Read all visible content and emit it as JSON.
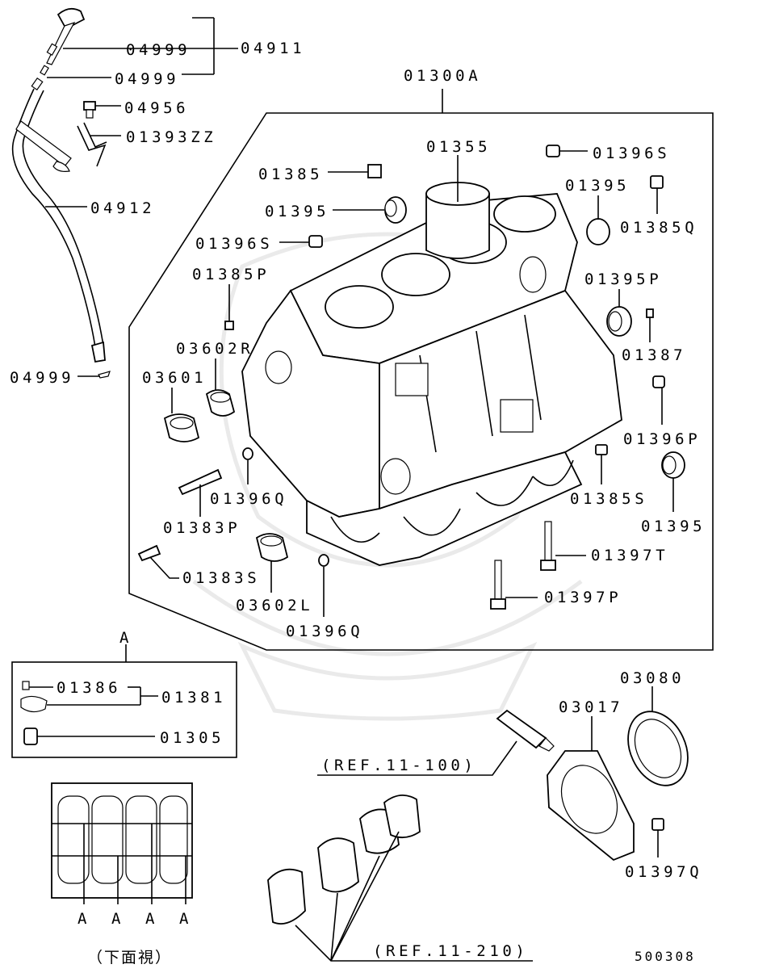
{
  "diagram": {
    "drawing_number": "500308",
    "view_caption": "（下面視）",
    "callout_letter": "A",
    "ref_callouts": [
      "(REF.11-100)",
      "(REF.11-210)"
    ],
    "labels": {
      "p04911": "04911",
      "p04999_a": "04999",
      "p04999_b": "04999",
      "p04999_c": "04999",
      "p04956": "04956",
      "p01393ZZ": "01393ZZ",
      "p04912": "04912",
      "p01300A": "01300A",
      "p01355": "01355",
      "p01396S_a": "01396S",
      "p01396S_b": "01396S",
      "p01385": "01385",
      "p01395_a": "01395",
      "p01395_b": "01395",
      "p01395_c": "01395",
      "p01385Q": "01385Q",
      "p01385P": "01385P",
      "p01395P": "01395P",
      "p01387": "01387",
      "p03602R": "03602R",
      "p03601": "03601",
      "p01396P": "01396P",
      "p01396Q_a": "01396Q",
      "p01396Q_b": "01396Q",
      "p01385S": "01385S",
      "p01383P": "01383P",
      "p01383S": "01383S",
      "p03602L": "03602L",
      "p01397T": "01397T",
      "p01397P": "01397P",
      "p01397Q": "01397Q",
      "p01386": "01386",
      "p01381": "01381",
      "p01305": "01305",
      "p03080": "03080",
      "p03017": "03017"
    }
  }
}
